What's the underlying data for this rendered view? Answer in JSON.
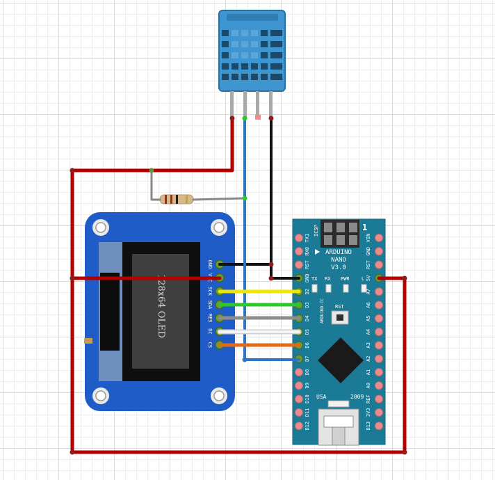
{
  "oled": {
    "label": "128x64 OLED",
    "pins": [
      "GND",
      "VCC",
      "SCK",
      "SDA",
      "RES",
      "DC",
      "CS"
    ]
  },
  "nano": {
    "title_line1": "ARDUINO",
    "title_line2": "NANO",
    "title_line3": "V3.0",
    "icsp": "ICSP",
    "pin1_marker": "1",
    "url": "ARDUINO.CC",
    "rst": "RST",
    "usa": "USA",
    "year": "2009",
    "leds": [
      "TX",
      "RX",
      "PWR",
      "L"
    ],
    "left_pins": [
      "TX1",
      "RX0",
      "RST",
      "GND",
      "D2",
      "D3",
      "D4",
      "D5",
      "D6",
      "D7",
      "D8",
      "D9",
      "D10",
      "D11",
      "D12"
    ],
    "right_pins": [
      "VIN",
      "GND",
      "RST",
      "5V",
      "A7",
      "A6",
      "A5",
      "A4",
      "A3",
      "A2",
      "A1",
      "A0",
      "REF",
      "3V3",
      "D13"
    ]
  },
  "colors": {
    "wire_red": "#b20000",
    "wire_black": "#111111",
    "wire_blue": "#2d76c6",
    "wire_yellow": "#f2e600",
    "wire_green": "#2ec72e",
    "wire_gray": "#8c8c8c",
    "wire_white": "#f4f4f4",
    "wire_orange": "#e06a16",
    "oled_board": "#1f5cc7",
    "nano_board": "#1b7a95",
    "sensor_body": "#3f95cf"
  }
}
